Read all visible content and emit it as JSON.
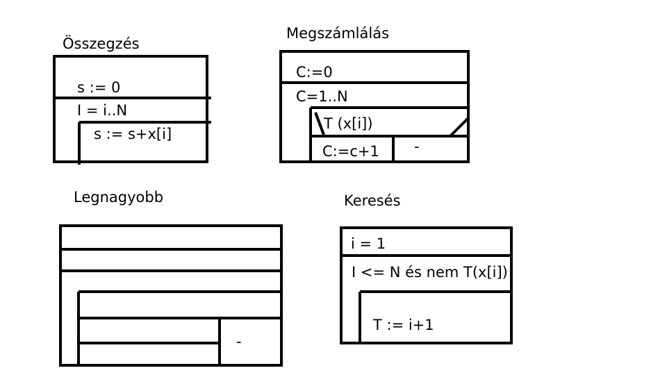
{
  "diagrams": {
    "osszegzes": {
      "title": "Összegzés",
      "init": "s := 0",
      "loop": "I = i..N",
      "body": "s := s+x[i]"
    },
    "megszamlalas": {
      "title": "Megszámlálás",
      "init": "C:=0",
      "loop": "C=1..N",
      "condition": "T (x[i])",
      "then": "C:=c+1",
      "else": "-"
    },
    "legnagyobb": {
      "title": "Legnagyobb",
      "else": "-"
    },
    "kereses": {
      "title": "Keresés",
      "init": "i = 1",
      "loop": "I <= N és nem T(x[i])",
      "body": "T := i+1"
    }
  }
}
